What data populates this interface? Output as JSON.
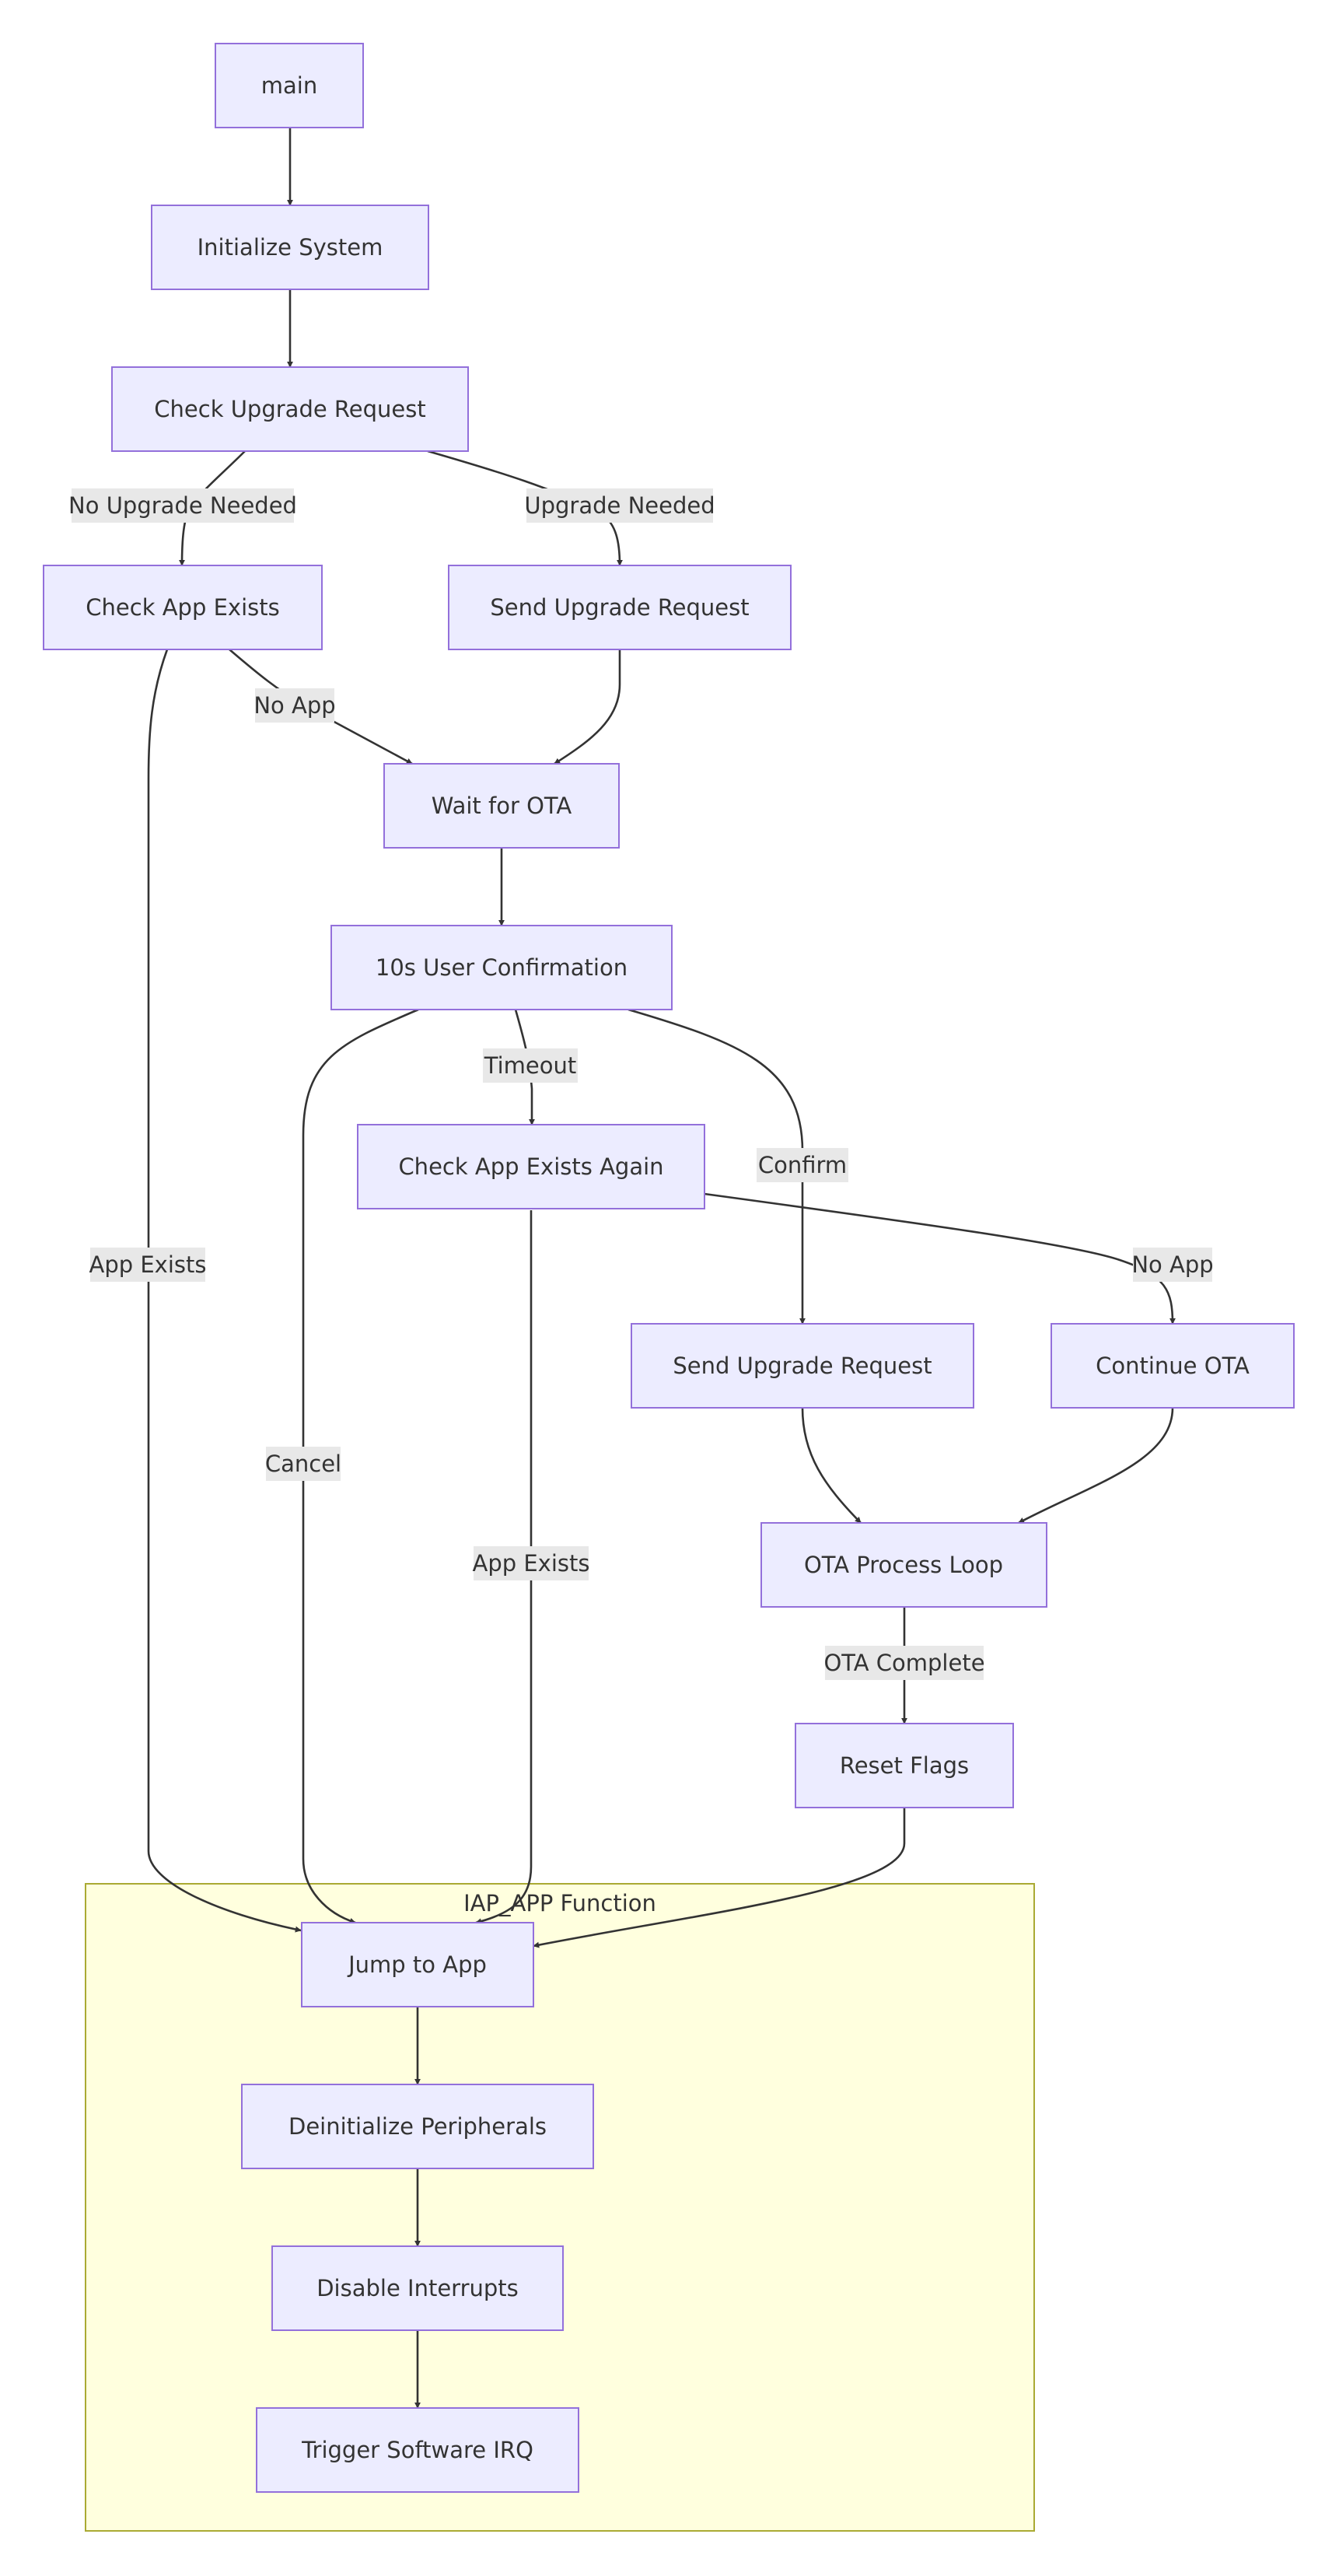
{
  "diagram": {
    "type": "flowchart",
    "nodes": {
      "main": "main",
      "init": "Initialize System",
      "check_req": "Check Upgrade Request",
      "check_app": "Check App Exists",
      "send_req1": "Send Upgrade Request",
      "wait_ota": "Wait for OTA",
      "confirm10": "10s User Confirmation",
      "check_again": "Check App Exists Again",
      "send_req2": "Send Upgrade Request",
      "continue_ota": "Continue OTA",
      "ota_loop": "OTA Process Loop",
      "reset_flags": "Reset Flags",
      "jump": "Jump to App",
      "deinit": "Deinitialize Peripherals",
      "disable_irq": "Disable Interrupts",
      "trigger_irq": "Trigger Software IRQ"
    },
    "edge_labels": {
      "no_upgrade": "No Upgrade Needed",
      "upgrade_needed": "Upgrade Needed",
      "no_app_1": "No App",
      "app_exists_1": "App Exists",
      "cancel": "Cancel",
      "timeout": "Timeout",
      "confirm": "Confirm",
      "no_app_2": "No App",
      "app_exists_2": "App Exists",
      "ota_complete": "OTA Complete"
    },
    "subgraph": {
      "title": "IAP_APP Function"
    },
    "colors": {
      "node_fill": "#ececff",
      "node_border": "#9370db",
      "cluster_fill": "#ffffde",
      "cluster_border": "#aaaa33",
      "edge": "#333333",
      "label_bg": "#e8e8e8",
      "text": "#333333"
    }
  }
}
